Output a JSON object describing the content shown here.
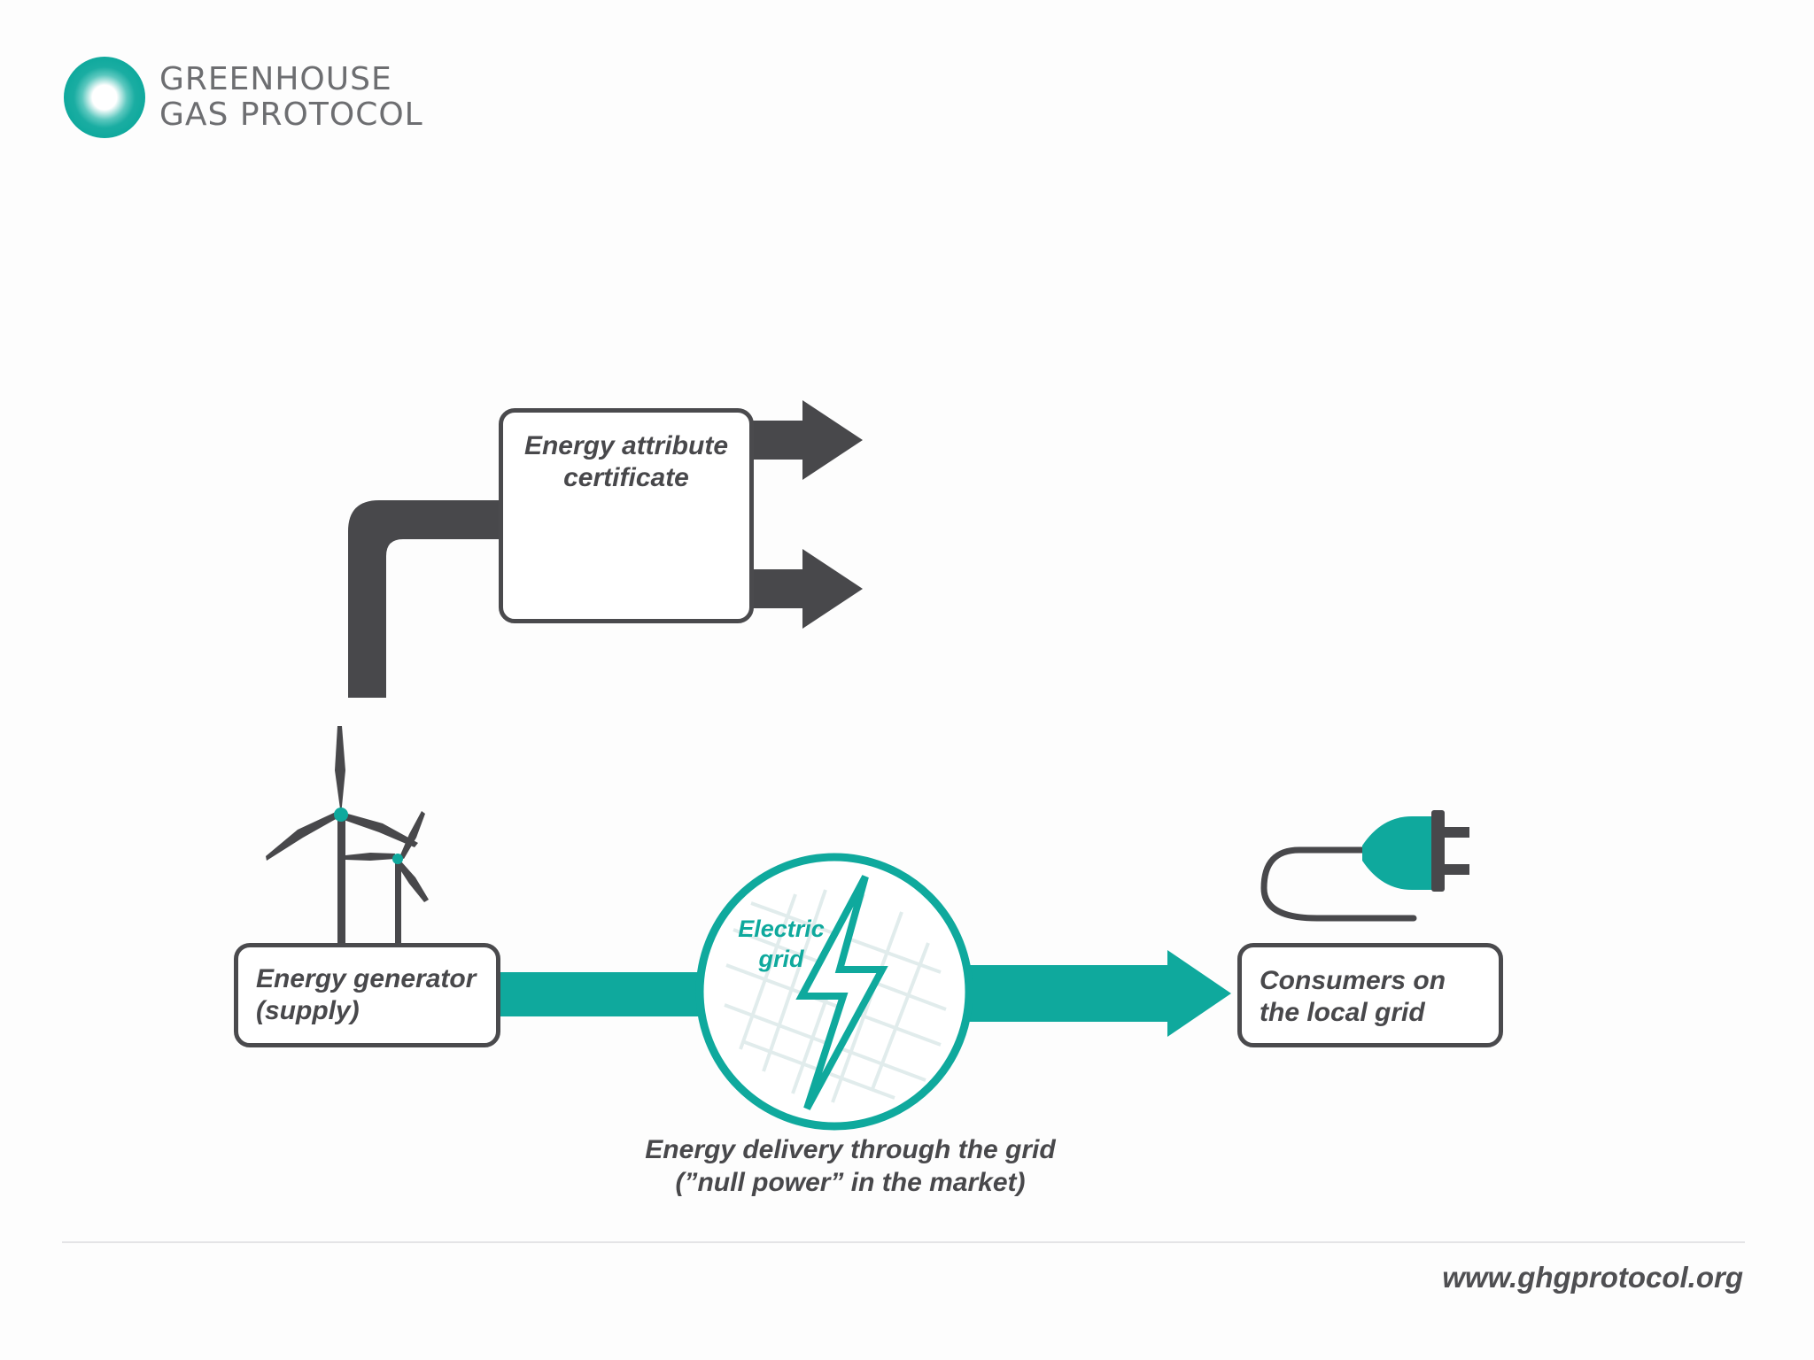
{
  "logo": {
    "line1": "GREENHOUSE",
    "line2": "GAS PROTOCOL"
  },
  "nodes": {
    "certificate": {
      "line1": "Energy attribute",
      "line2": "certificate"
    },
    "generator": {
      "line1": "Energy generator",
      "line2": "(supply)"
    },
    "consumers": {
      "line1": "Consumers on",
      "line2": "the local grid"
    },
    "grid": {
      "line1": "Electric",
      "line2": "grid"
    }
  },
  "delivery": {
    "line1": "Energy delivery through the grid",
    "line2": "(”null power” in the market)"
  },
  "footer": {
    "url": "www.ghgprotocol.org"
  },
  "colors": {
    "teal": "#0fa99d",
    "dark_gray": "#48484b",
    "logo_text": "#6d6e71"
  },
  "icons": [
    "logo-ring-icon",
    "certificate-icon",
    "wind-turbine-icon",
    "lightning-icon",
    "plug-icon"
  ]
}
